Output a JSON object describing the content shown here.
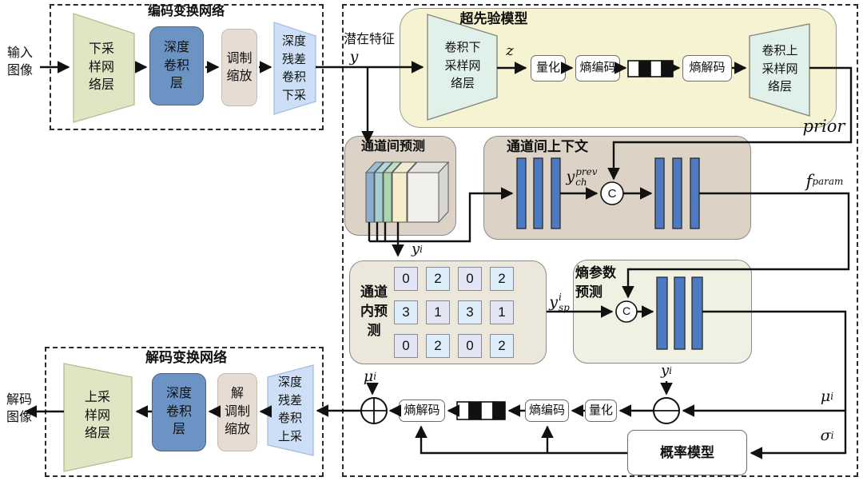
{
  "colors": {
    "hyperprior_fill": "#f6f3d3",
    "tan_fill": "#dcd3c6",
    "beige_fill": "#ebe7da",
    "pale_fill": "#f0f1e2",
    "mint_fill": "#e0f1ea",
    "sage_fill": "#e0e5c3",
    "lightblue_fill": "#cddff6",
    "steelblue_fill": "#6b94c5",
    "pink_fill": "#e7dcd4",
    "bar_blue": "#4b7bc5",
    "wire": "#111111"
  },
  "encoder": {
    "title": "编码变换网络",
    "input": [
      "输入",
      "图像"
    ],
    "downsample": [
      "下采",
      "样网",
      "络层"
    ],
    "depthconv": [
      "深度",
      "卷积",
      "层"
    ],
    "modscale": [
      "调制",
      "缩放"
    ],
    "resdown": [
      "深度",
      "残差",
      "卷积",
      "下采"
    ]
  },
  "latent": {
    "label": "潜在特征",
    "symbol": "y"
  },
  "hyperprior": {
    "title": "超先验模型",
    "conv_down": [
      "卷积下",
      "采样网",
      "络层"
    ],
    "z": "z",
    "quantize": "量化",
    "entropy_encode": "熵编码",
    "entropy_decode": "熵解码",
    "conv_up": [
      "卷积上",
      "采样网",
      "络层"
    ],
    "prior": "prior"
  },
  "inter_pred": {
    "title": "通道间预测",
    "y_i": {
      "base": "y",
      "sub": "i"
    }
  },
  "inter_ctx": {
    "title": "通道间上下文",
    "y_ch": {
      "base": "y",
      "sup": "prev",
      "sub": "ch"
    },
    "concat": "C",
    "f_param": {
      "base": "f",
      "sub": "param"
    }
  },
  "intra_pred": {
    "title": [
      "通道",
      "内预",
      "测"
    ],
    "grid": [
      [
        "0",
        "2",
        "0",
        "2"
      ],
      [
        "3",
        "1",
        "3",
        "1"
      ],
      [
        "0",
        "2",
        "0",
        "2"
      ]
    ],
    "y_sp": {
      "base": "y",
      "sup": "i",
      "sub": "sp"
    }
  },
  "entropy_param": {
    "title": [
      "熵参数",
      "预测"
    ],
    "concat": "C",
    "y_i": {
      "base": "y",
      "sub": "i"
    }
  },
  "bottom": {
    "mu_right": {
      "base": "μ",
      "sub": "i"
    },
    "sigma": {
      "base": "σ",
      "sub": "i"
    },
    "mu_left": {
      "base": "μ",
      "sub": "i"
    },
    "quantize": "量化",
    "entropy_encode": "熵编码",
    "entropy_decode": "熵解码",
    "prob_model": "概率模型"
  },
  "decoder": {
    "title": "解码变换网络",
    "output": [
      "解码",
      "图像"
    ],
    "upsample": [
      "上采",
      "样网",
      "络层"
    ],
    "depthconv": [
      "深度",
      "卷积",
      "层"
    ],
    "demod": [
      "解",
      "调制",
      "缩放"
    ],
    "resup": [
      "深度",
      "残差",
      "卷积",
      "上采"
    ]
  }
}
